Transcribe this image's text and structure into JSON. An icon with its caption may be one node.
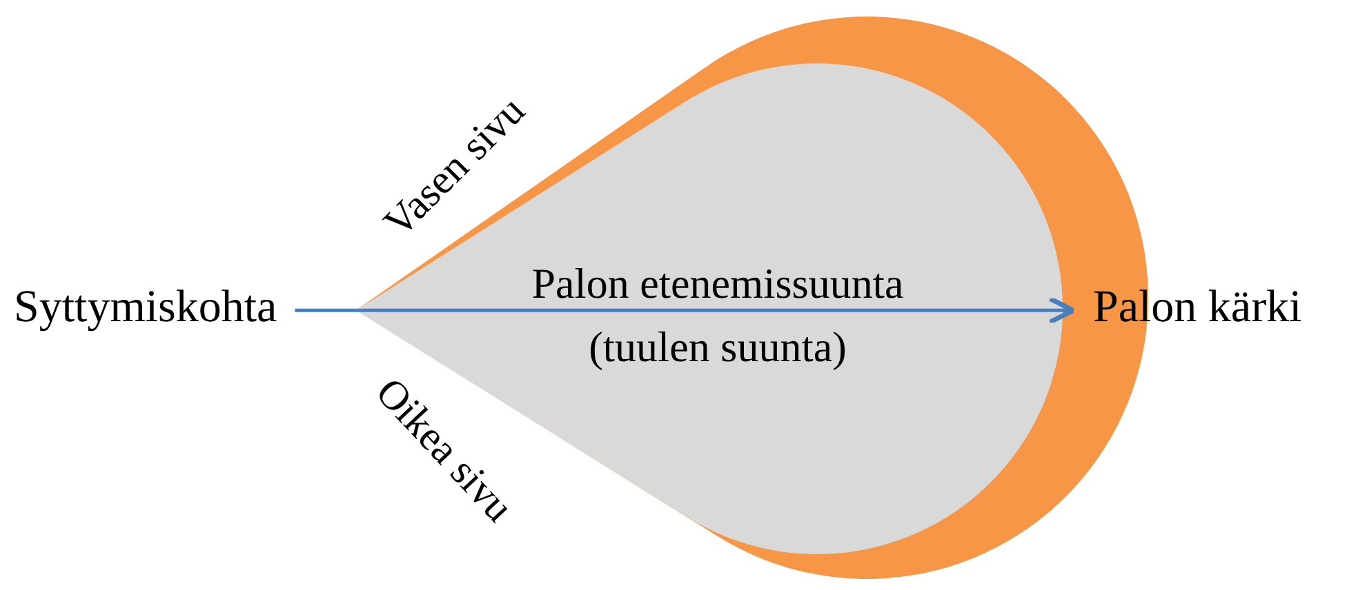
{
  "diagram": {
    "nodes": [
      {
        "text": [
          "Syttymiskohta"
        ]
      },
      {
        "text": [
          "Palon kärki"
        ]
      }
    ],
    "edges": [
      {
        "from": 0,
        "to": 1,
        "arrow": "to",
        "label": "Palon etenemissuunta (tuulen suunta)"
      }
    ],
    "labels": [
      "Vasen sivu",
      "Oikea sivu"
    ]
  }
}
